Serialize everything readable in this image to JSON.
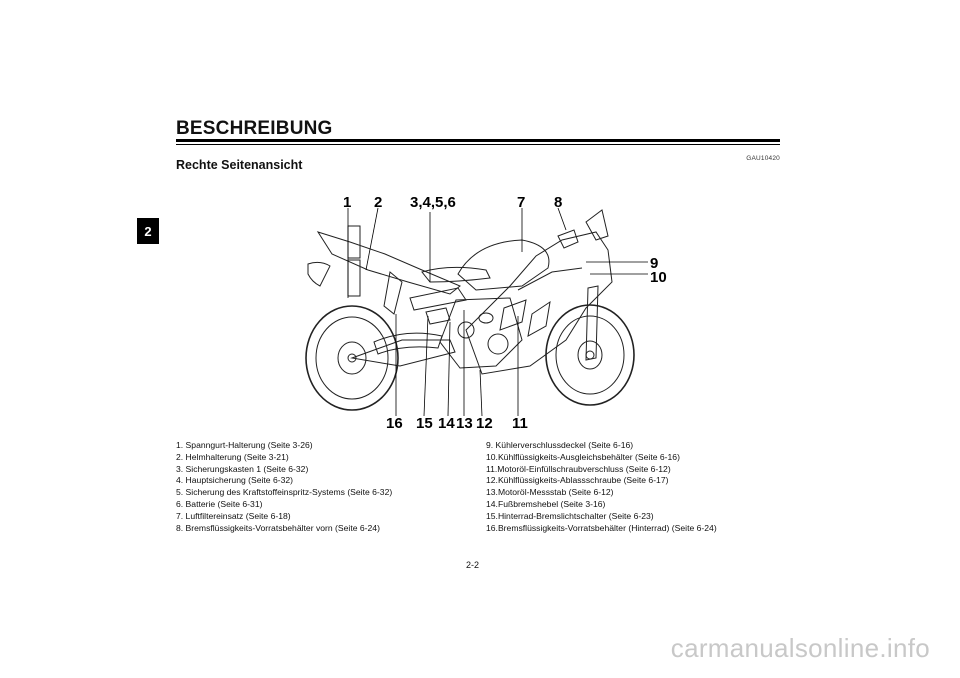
{
  "chapter_tab": "2",
  "page_title": "BESCHREIBUNG",
  "reference_code": "GAU10420",
  "section_title": "Rechte Seitenansicht",
  "callouts": {
    "c1": "1",
    "c2": "2",
    "c3456": "3,4,5,6",
    "c7": "7",
    "c8": "8",
    "c9": "9",
    "c10": "10",
    "c16": "16",
    "c15": "15",
    "c14": "14",
    "c13": "13",
    "c12": "12",
    "c11": "11"
  },
  "legend_left": [
    "1. Spanngurt-Halterung (Seite 3-26)",
    "2. Helmhalterung (Seite 3-21)",
    "3. Sicherungskasten 1 (Seite 6-32)",
    "4. Hauptsicherung (Seite 6-32)",
    "5. Sicherung des Kraftstoffeinspritz-Systems (Seite 6-32)",
    "6. Batterie (Seite 6-31)",
    "7. Luftfiltereinsatz (Seite 6-18)",
    "8. Bremsflüssigkeits-Vorratsbehälter vorn (Seite 6-24)"
  ],
  "legend_right": [
    "9. Kühlerverschlussdeckel (Seite 6-16)",
    "10.Kühlflüssigkeits-Ausgleichsbehälter (Seite 6-16)",
    "11.Motoröl-Einfüllschraubverschluss (Seite 6-12)",
    "12.Kühlflüssigkeits-Ablassschraube (Seite 6-17)",
    "13.Motoröl-Messstab (Seite 6-12)",
    "14.Fußbremshebel (Seite 3-16)",
    "15.Hinterrad-Bremslichtschalter (Seite 6-23)",
    "16.Bremsflüssigkeits-Vorratsbehälter (Hinterrad) (Seite 6-24)"
  ],
  "page_number": "2-2",
  "watermark": "carmanualsonline.info"
}
